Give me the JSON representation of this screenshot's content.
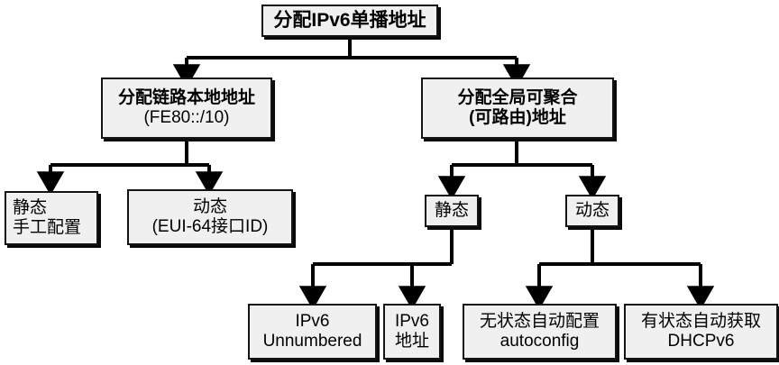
{
  "diagram": {
    "title": "分配IPv6单播地址",
    "type": "flowchart",
    "nodes": {
      "root": {
        "lines": [
          "分配IPv6单播地址"
        ]
      },
      "link_local": {
        "lines": [
          "分配链路本地地址",
          "(FE80::/10)"
        ]
      },
      "global": {
        "lines": [
          "分配全局可聚合",
          "(可路由)地址"
        ]
      },
      "ll_static": {
        "lines": [
          "静态",
          "手工配置"
        ]
      },
      "ll_dynamic": {
        "lines": [
          "动态",
          "(EUI-64接口ID)"
        ]
      },
      "g_static": {
        "lines": [
          "静态"
        ]
      },
      "g_dynamic": {
        "lines": [
          "动态"
        ]
      },
      "unnumbered": {
        "lines": [
          "IPv6",
          "Unnumbered"
        ]
      },
      "ipv6_addr": {
        "lines": [
          "IPv6",
          "地址"
        ]
      },
      "autoconfig": {
        "lines": [
          "无状态自动配置",
          "autoconfig"
        ]
      },
      "dhcpv6": {
        "lines": [
          "有状态自动获取",
          "DHCPv6"
        ]
      }
    },
    "edges": [
      {
        "from": "root",
        "to": "link_local"
      },
      {
        "from": "root",
        "to": "global"
      },
      {
        "from": "link_local",
        "to": "ll_static"
      },
      {
        "from": "link_local",
        "to": "ll_dynamic"
      },
      {
        "from": "global",
        "to": "g_static"
      },
      {
        "from": "global",
        "to": "g_dynamic"
      },
      {
        "from": "g_static",
        "to": "unnumbered"
      },
      {
        "from": "g_static",
        "to": "ipv6_addr"
      },
      {
        "from": "g_dynamic",
        "to": "autoconfig"
      },
      {
        "from": "g_dynamic",
        "to": "dhcpv6"
      }
    ],
    "colors": {
      "box_fill": "#f0f0f0",
      "box_border": "#141414",
      "shadow": "#0a0a0a",
      "line": "#000000",
      "text": "#000000",
      "background": "#ffffff"
    }
  }
}
